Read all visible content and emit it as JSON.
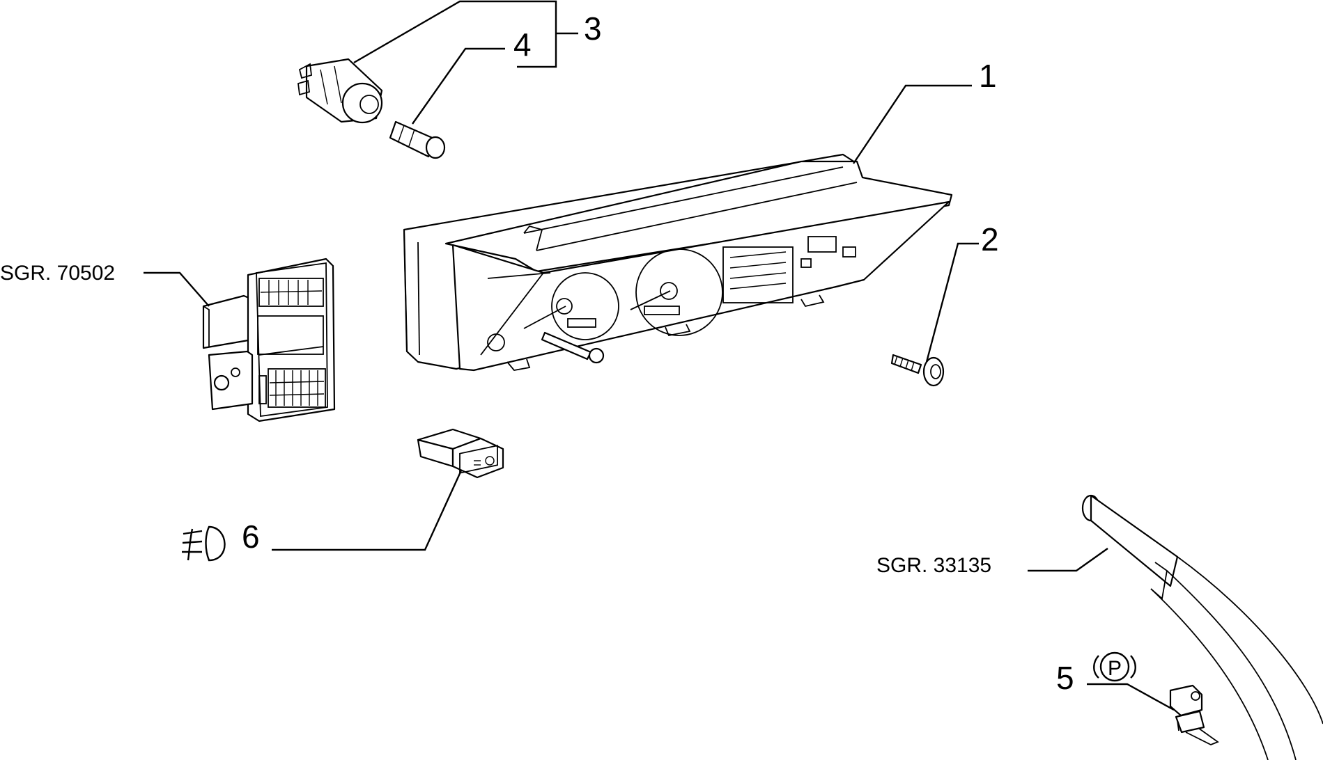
{
  "labels": {
    "part_1": "1",
    "part_2": "2",
    "part_3": "3",
    "part_4": "4",
    "part_5": "5",
    "part_6": "6",
    "ref_vent": "SGR. 70502",
    "ref_handbrake": "SGR. 33135"
  },
  "symbols": {
    "part_5_symbol": "P",
    "part_6_symbol": "fog-light-icon"
  }
}
